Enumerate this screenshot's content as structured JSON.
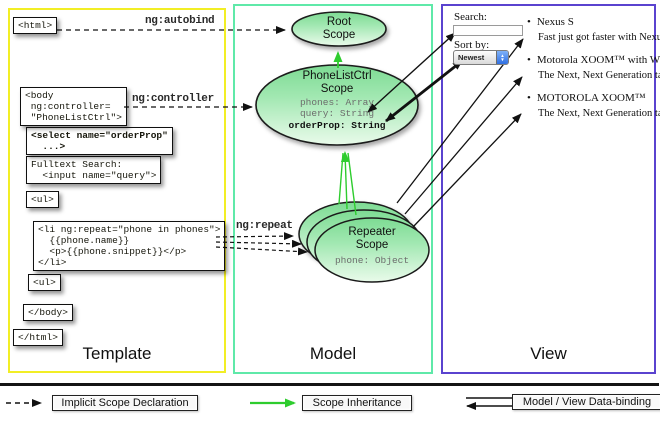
{
  "columns": {
    "template": {
      "label": "Template"
    },
    "model": {
      "label": "Model"
    },
    "view": {
      "label": "View"
    }
  },
  "annotations": {
    "autobind": "ng:autobind",
    "controller": "ng:controller",
    "repeat": "ng:repeat"
  },
  "template_boxes": {
    "html_open": "<html>",
    "body_open": "<body\n ng:controller=\n \"PhoneListCtrl\">",
    "select": "<select name=\"orderProp\"\n  ...>",
    "fulltext": "Fulltext Search:\n  <input name=\"query\">",
    "ul_open": "<ul>",
    "li_repeat": "<li ng:repeat=\"phone in phones\">\n  {{phone.name}}\n  <p>{{phone.snippet}}</p>\n</li>",
    "ul_close": "<ul>",
    "body_close": "</body>",
    "html_close": "</html>"
  },
  "model": {
    "root_scope": {
      "title": "Root\nScope"
    },
    "phonelist_scope": {
      "title": "PhoneListCtrl\nScope",
      "props": "phones: Array\nquery: String",
      "bold_prop": "orderProp: String"
    },
    "repeater_scope": {
      "title": "Repeater\nScope",
      "prop": "phone: Object"
    }
  },
  "view": {
    "search_label": "Search:",
    "search_value": "",
    "sort_label": "Sort by:",
    "sort_value": "Newest",
    "bullet": "•",
    "items": [
      {
        "title": "Nexus S",
        "desc": "Fast just got faster with Nexus S."
      },
      {
        "title": "Motorola XOOM™ with Wi-Fi",
        "desc": "The Next, Next Generation tablet."
      },
      {
        "title": "MOTOROLA XOOM™",
        "desc": "The Next, Next Generation tablet."
      }
    ]
  },
  "legend": {
    "implicit": "Implicit Scope Declaration",
    "inheritance": "Scope Inheritance",
    "databinding": "Model / View Data-binding"
  },
  "colors": {
    "template_border": "#f2ee25",
    "model_border": "#5fe9a9",
    "view_border": "#5a43cf",
    "green_arrow": "#2ecc2e",
    "code_box_fill": "#ecec52",
    "scope_fill_top": "#7ddb93",
    "scope_fill_bottom": "#e9fbea"
  }
}
